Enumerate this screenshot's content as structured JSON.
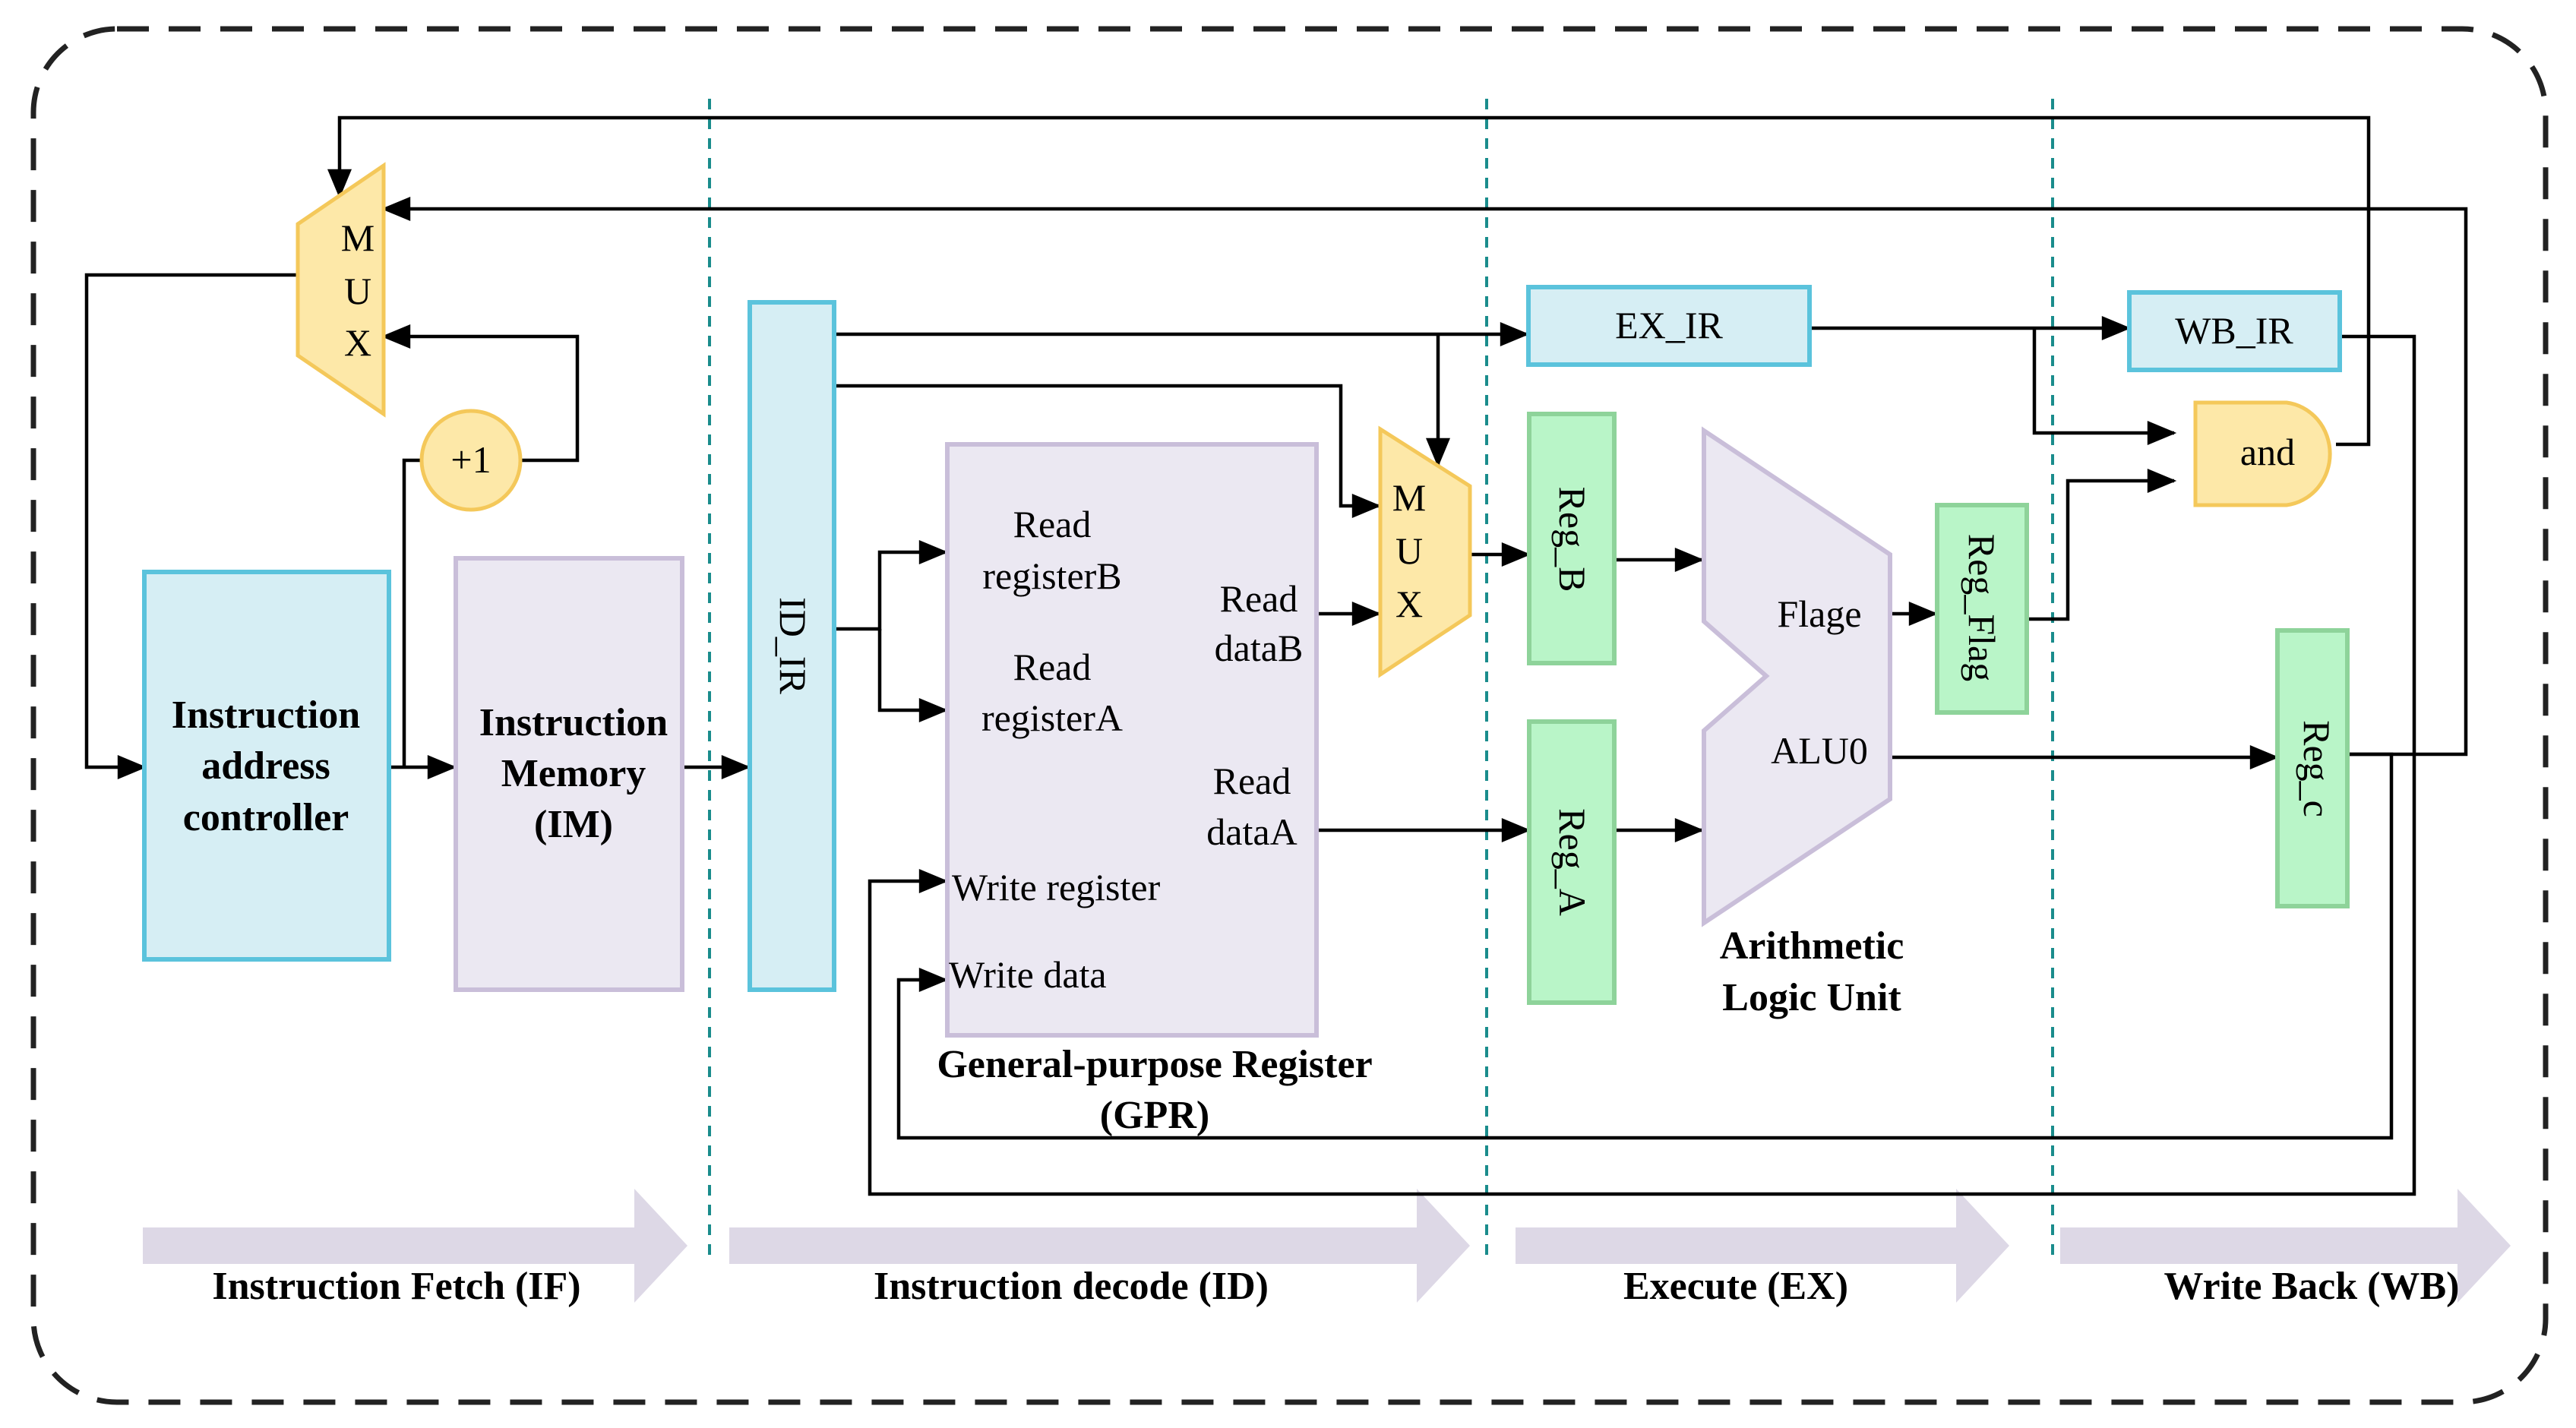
{
  "stages": {
    "if": "Instruction Fetch (IF)",
    "id": "Instruction decode (ID)",
    "ex": "Execute (EX)",
    "wb": "Write Back (WB)"
  },
  "blocks": {
    "mux_top": [
      "M",
      "U",
      "X"
    ],
    "mux_mid": [
      "M",
      "U",
      "X"
    ],
    "plus_one": "+1",
    "iac": [
      "Instruction",
      "address",
      "controller"
    ],
    "im": [
      "Instruction",
      "Memory",
      "(IM)"
    ],
    "id_ir": "ID_IR",
    "gpr": {
      "read_reg_b": [
        "Read",
        "registerB"
      ],
      "read_reg_a": [
        "Read",
        "registerA"
      ],
      "read_data_b": [
        "Read",
        "dataB"
      ],
      "read_data_a": [
        "Read",
        "dataA"
      ],
      "write_register": "Write register",
      "write_data": "Write data",
      "caption": [
        "General-purpose Register",
        "(GPR)"
      ]
    },
    "ex_ir": "EX_IR",
    "wb_ir": "WB_IR",
    "reg_b": "Reg_B",
    "reg_a": "Reg_A",
    "reg_flag": "Reg_Flag",
    "reg_c": "Reg_c",
    "and_gate": "and",
    "alu": {
      "flag_port": "Flage",
      "alu_port": "ALU0",
      "caption": [
        "Arithmetic",
        "Logic Unit"
      ]
    }
  },
  "colors": {
    "blue_fill": "#d6eef4",
    "blue_stroke": "#5bc3dc",
    "purple_fill": "#ebe8f2",
    "purple_stroke": "#c9bed9",
    "yellow_fill": "#fde8a8",
    "yellow_stroke": "#f4c85a",
    "green_fill": "#b9f5c8",
    "green_stroke": "#8ed39a",
    "stage_arrow": "#ddd8e6",
    "divider": "#1a8c8c",
    "line": "#000000"
  }
}
